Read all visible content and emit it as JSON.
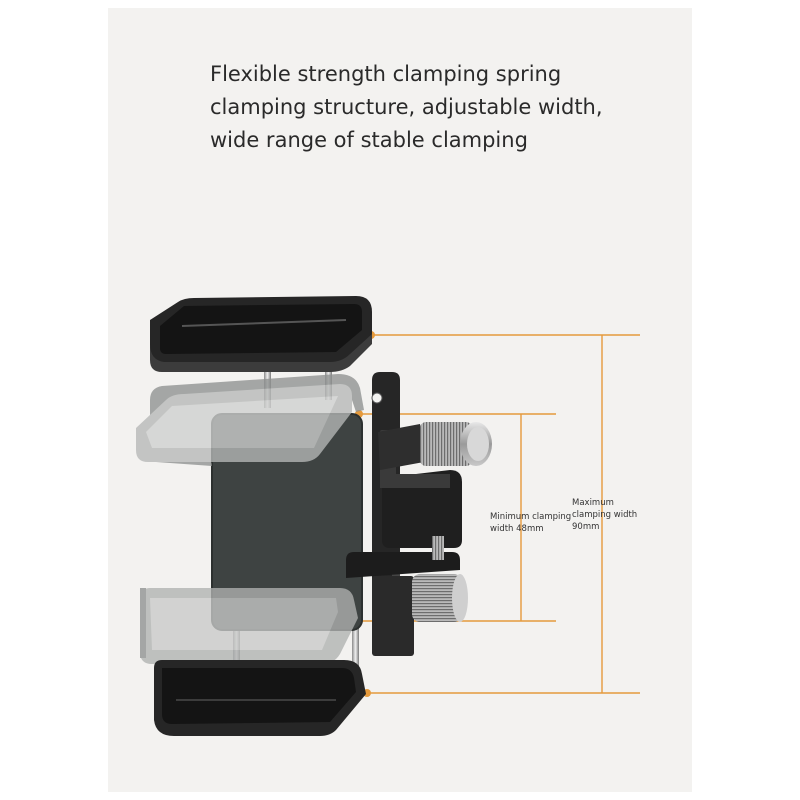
{
  "headline": {
    "line1": "Flexible strength clamping spring",
    "line2": "clamping structure, adjustable width,",
    "line3": "wide range of stable clamping"
  },
  "dimensions": {
    "min_line1": "Minimum clamping",
    "min_line2": "width 48mm",
    "max_line1": "Maximum",
    "max_line2": "clamping width",
    "max_line3": "90mm"
  },
  "colors": {
    "background": "#f3f2f0",
    "dimension_line": "#e59a3c",
    "clamp_dark": "#2b2b2b",
    "phone_body": "#3e4342"
  }
}
